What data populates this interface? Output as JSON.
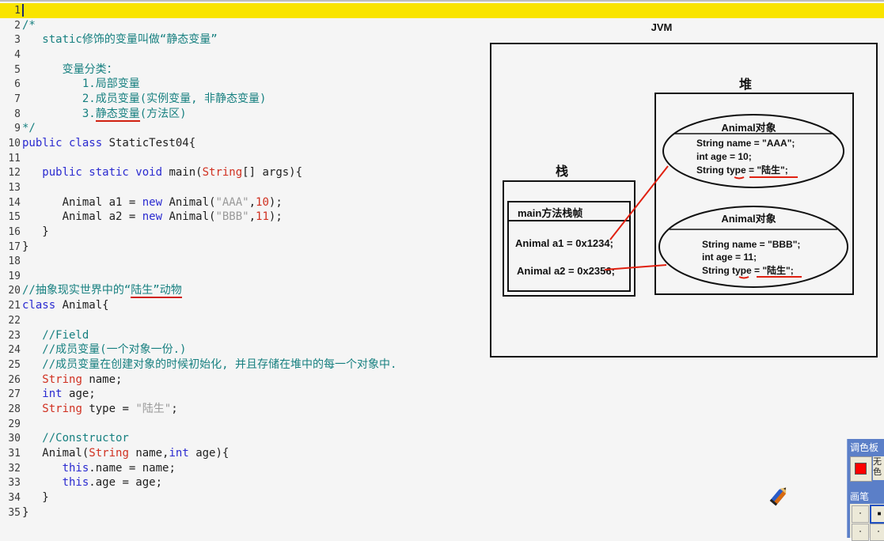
{
  "editor": {
    "current_line": 1,
    "lines": [
      {
        "n": "1",
        "tokens": []
      },
      {
        "n": "2",
        "tokens": [
          {
            "t": "/*",
            "c": "cm"
          }
        ]
      },
      {
        "n": "3",
        "tokens": [
          {
            "t": "   static修饰的变量叫做“静态变量”",
            "c": "cm"
          }
        ]
      },
      {
        "n": "4",
        "tokens": []
      },
      {
        "n": "5",
        "tokens": [
          {
            "t": "      变量分类：",
            "c": "cm"
          }
        ]
      },
      {
        "n": "6",
        "tokens": [
          {
            "t": "         1.局部变量",
            "c": "cm"
          }
        ]
      },
      {
        "n": "7",
        "tokens": [
          {
            "t": "         2.成员变量(实例变量, 非静态变量)",
            "c": "cm"
          }
        ]
      },
      {
        "n": "8",
        "tokens": [
          {
            "t": "         3.",
            "c": "cm"
          },
          {
            "t": "静态变量",
            "c": "cm ul"
          },
          {
            "t": "(方法区)",
            "c": "cm"
          }
        ]
      },
      {
        "n": "9",
        "tokens": [
          {
            "t": "*/",
            "c": "cm"
          }
        ]
      },
      {
        "n": "10",
        "tokens": [
          {
            "t": "public class ",
            "c": "kw"
          },
          {
            "t": "StaticTest04{",
            "c": "pl"
          }
        ]
      },
      {
        "n": "11",
        "tokens": []
      },
      {
        "n": "12",
        "tokens": [
          {
            "t": "   public static void ",
            "c": "kw"
          },
          {
            "t": "main(",
            "c": "pl"
          },
          {
            "t": "String",
            "c": "ty"
          },
          {
            "t": "[] args){",
            "c": "pl"
          }
        ]
      },
      {
        "n": "13",
        "tokens": []
      },
      {
        "n": "14",
        "tokens": [
          {
            "t": "      Animal a1 = ",
            "c": "pl"
          },
          {
            "t": "new ",
            "c": "kw"
          },
          {
            "t": "Animal(",
            "c": "pl"
          },
          {
            "t": "\"AAA\"",
            "c": "st"
          },
          {
            "t": ",",
            "c": "pl"
          },
          {
            "t": "10",
            "c": "num"
          },
          {
            "t": ");",
            "c": "pl"
          }
        ]
      },
      {
        "n": "15",
        "tokens": [
          {
            "t": "      Animal a2 = ",
            "c": "pl"
          },
          {
            "t": "new ",
            "c": "kw"
          },
          {
            "t": "Animal(",
            "c": "pl"
          },
          {
            "t": "\"BBB\"",
            "c": "st"
          },
          {
            "t": ",",
            "c": "pl"
          },
          {
            "t": "11",
            "c": "num"
          },
          {
            "t": ");",
            "c": "pl"
          }
        ]
      },
      {
        "n": "16",
        "tokens": [
          {
            "t": "   }",
            "c": "pl"
          }
        ]
      },
      {
        "n": "17",
        "tokens": [
          {
            "t": "}",
            "c": "pl"
          }
        ]
      },
      {
        "n": "18",
        "tokens": []
      },
      {
        "n": "19",
        "tokens": []
      },
      {
        "n": "20",
        "tokens": [
          {
            "t": "//抽象现实世界中的“",
            "c": "cm"
          },
          {
            "t": "陆生”动物",
            "c": "cm ul"
          }
        ]
      },
      {
        "n": "21",
        "tokens": [
          {
            "t": "class ",
            "c": "kw"
          },
          {
            "t": "Animal{",
            "c": "pl"
          }
        ]
      },
      {
        "n": "22",
        "tokens": []
      },
      {
        "n": "23",
        "tokens": [
          {
            "t": "   //Field",
            "c": "cm"
          }
        ]
      },
      {
        "n": "24",
        "tokens": [
          {
            "t": "   //成员变量(一个对象一份.)",
            "c": "cm"
          }
        ]
      },
      {
        "n": "25",
        "tokens": [
          {
            "t": "   //成员变量在创建对象的时候初始化, 并且存储在堆中的每一个对象中.",
            "c": "cm"
          }
        ]
      },
      {
        "n": "26",
        "tokens": [
          {
            "t": "   ",
            "c": "pl"
          },
          {
            "t": "String ",
            "c": "ty"
          },
          {
            "t": "name;",
            "c": "pl"
          }
        ]
      },
      {
        "n": "27",
        "tokens": [
          {
            "t": "   ",
            "c": "pl"
          },
          {
            "t": "int ",
            "c": "kw"
          },
          {
            "t": "age;",
            "c": "pl"
          }
        ]
      },
      {
        "n": "28",
        "tokens": [
          {
            "t": "   ",
            "c": "pl"
          },
          {
            "t": "String ",
            "c": "ty"
          },
          {
            "t": "type = ",
            "c": "pl"
          },
          {
            "t": "\"陆生\"",
            "c": "st"
          },
          {
            "t": ";",
            "c": "pl"
          }
        ]
      },
      {
        "n": "29",
        "tokens": []
      },
      {
        "n": "30",
        "tokens": [
          {
            "t": "   //Constructor",
            "c": "cm"
          }
        ]
      },
      {
        "n": "31",
        "tokens": [
          {
            "t": "   Animal(",
            "c": "pl"
          },
          {
            "t": "String ",
            "c": "ty"
          },
          {
            "t": "name,",
            "c": "pl"
          },
          {
            "t": "int ",
            "c": "kw"
          },
          {
            "t": "age){",
            "c": "pl"
          }
        ]
      },
      {
        "n": "32",
        "tokens": [
          {
            "t": "      ",
            "c": "pl"
          },
          {
            "t": "this",
            "c": "kw"
          },
          {
            "t": ".name = name;",
            "c": "pl"
          }
        ]
      },
      {
        "n": "33",
        "tokens": [
          {
            "t": "      ",
            "c": "pl"
          },
          {
            "t": "this",
            "c": "kw"
          },
          {
            "t": ".age = age;",
            "c": "pl"
          }
        ]
      },
      {
        "n": "34",
        "tokens": [
          {
            "t": "   }",
            "c": "pl"
          }
        ]
      },
      {
        "n": "35",
        "tokens": [
          {
            "t": "}",
            "c": "pl"
          }
        ]
      }
    ]
  },
  "diagram": {
    "jvm_label": "JVM",
    "heap_label": "堆",
    "stack_label": "栈",
    "frame_title": "main方法栈帧",
    "frame_vars": [
      "Animal a1 = 0x1234;",
      "Animal a2 = 0x2356;"
    ],
    "objects": [
      {
        "title": "Animal对象",
        "fields": [
          "String name = \"AAA\";",
          "int age = 10;",
          "String type = \"陆生\";"
        ]
      },
      {
        "title": "Animal对象",
        "fields": [
          "String name = \"BBB\";",
          "int age = 11;",
          "String type = \"陆生\";"
        ]
      }
    ],
    "arrow_color": "#e02010"
  },
  "palette": {
    "title": "调色板",
    "color_label": "无色",
    "selected_color": "#ff0000",
    "brush_title": "画笔"
  }
}
